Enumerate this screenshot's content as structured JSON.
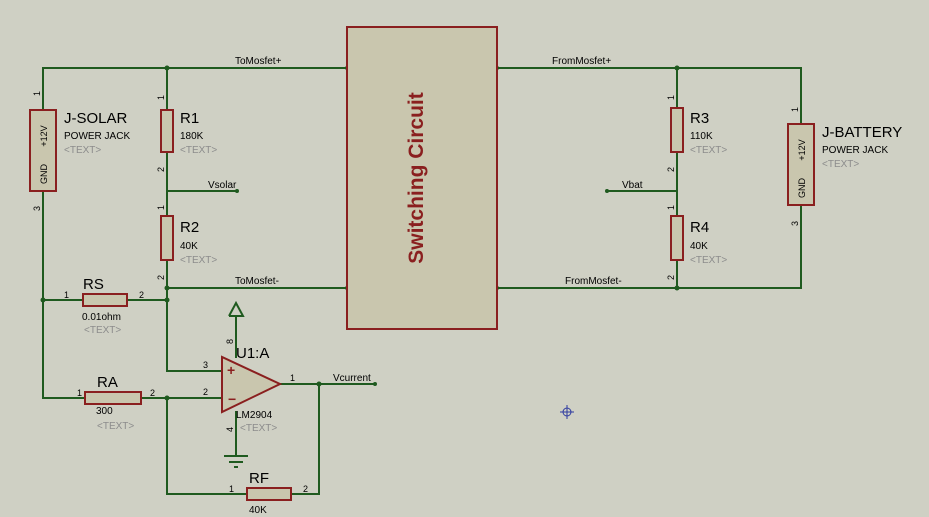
{
  "block": {
    "title": "Switching Circuit"
  },
  "nets": {
    "to_mosfet_pos": "ToMosfet+",
    "to_mosfet_neg": "ToMosfet-",
    "from_mosfet_pos": "FromMosfet+",
    "from_mosfet_neg": "FromMosfet-",
    "vsolar": "Vsolar",
    "vbat": "Vbat",
    "vcurrent": "Vcurrent"
  },
  "components": {
    "j_solar": {
      "ref": "J-SOLAR",
      "value": "POWER JACK",
      "text": "<TEXT>",
      "pin_top": "+12V",
      "pin_bot": "GND",
      "n1": "1",
      "n3": "3"
    },
    "j_battery": {
      "ref": "J-BATTERY",
      "value": "POWER JACK",
      "text": "<TEXT>",
      "pin_top": "+12V",
      "pin_bot": "GND",
      "n1": "1",
      "n3": "3"
    },
    "r1": {
      "ref": "R1",
      "value": "180K",
      "text": "<TEXT>",
      "n1": "1",
      "n2": "2"
    },
    "r2": {
      "ref": "R2",
      "value": "40K",
      "text": "<TEXT>",
      "n1": "1",
      "n2": "2"
    },
    "r3": {
      "ref": "R3",
      "value": "110K",
      "text": "<TEXT>",
      "n1": "1",
      "n2": "2"
    },
    "r4": {
      "ref": "R4",
      "value": "40K",
      "text": "<TEXT>",
      "n1": "1",
      "n2": "2"
    },
    "rs": {
      "ref": "RS",
      "value": "0.01ohm",
      "text": "<TEXT>",
      "n1": "1",
      "n2": "2"
    },
    "ra": {
      "ref": "RA",
      "value": "300",
      "text": "<TEXT>",
      "n1": "1",
      "n2": "2"
    },
    "rf": {
      "ref": "RF",
      "value": "40K",
      "n1": "1",
      "n2": "2"
    },
    "u1": {
      "ref": "U1:A",
      "value": "LM2904",
      "text": "<TEXT>",
      "p1": "1",
      "p2": "2",
      "p3": "3",
      "p4": "4",
      "p8": "8",
      "plus": "+",
      "minus": "−"
    }
  }
}
